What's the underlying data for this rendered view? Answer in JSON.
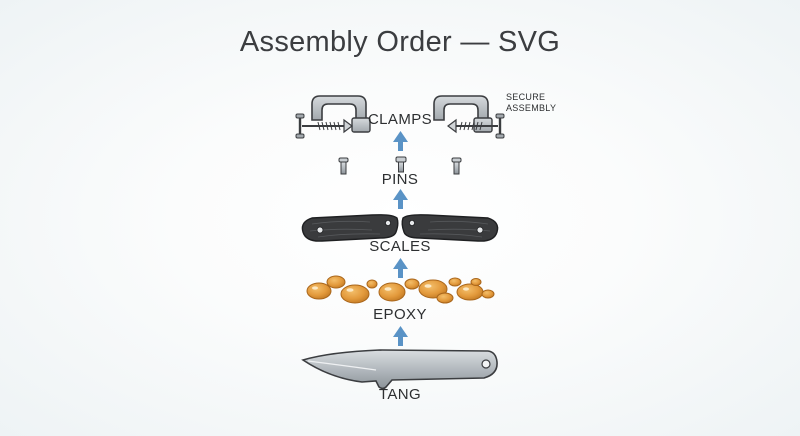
{
  "title": "Assembly Order — SVG",
  "layers": [
    {
      "id": "clamps",
      "label": "CLAMPS"
    },
    {
      "id": "pins",
      "label": "PINS"
    },
    {
      "id": "scales",
      "label": "SCALES"
    },
    {
      "id": "epoxy",
      "label": "EPOXY"
    },
    {
      "id": "tang",
      "label": "TANG"
    }
  ],
  "note": {
    "line1": "SECURE",
    "line2": "ASSEMBLY"
  },
  "colors": {
    "arrow": "#5a93c6",
    "epoxy": "#e29a3c",
    "epoxy_dark": "#b9731f",
    "scale": "#3a3b3d",
    "steel": "#a7adb2",
    "clamp": "#b9bec3"
  },
  "icons": [
    "c-clamp-icon",
    "pin-icon",
    "handle-scale-icon",
    "epoxy-blob-icon",
    "knife-tang-icon",
    "arrow-up-icon"
  ]
}
